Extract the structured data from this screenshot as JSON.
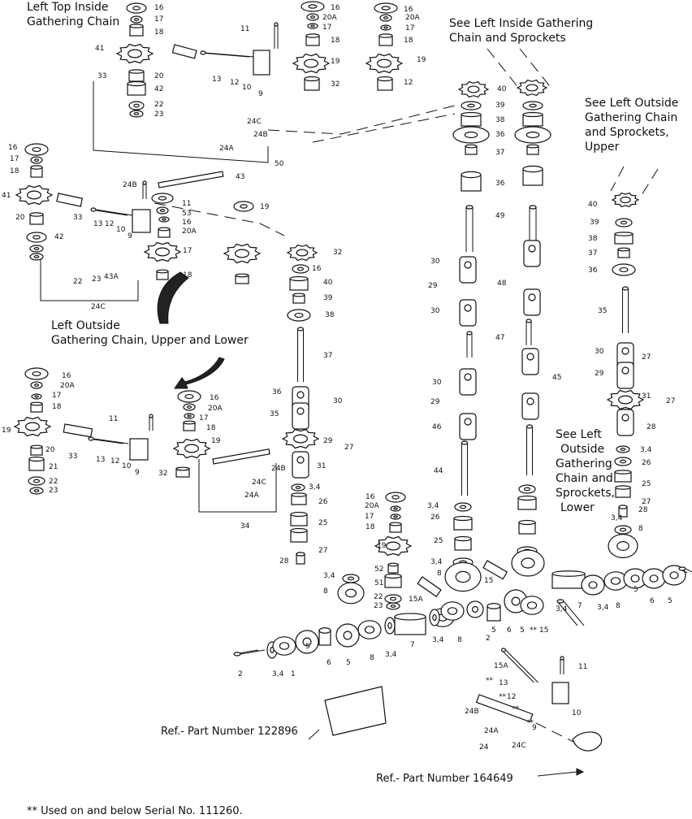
{
  "captions": {
    "left_top_inside": [
      "Left Top Inside",
      "Gathering Chain"
    ],
    "see_left_inside": [
      "See Left Inside Gathering",
      "Chain and Sprockets"
    ],
    "see_left_outside_upper": [
      "See Left Outside",
      "Gathering Chain",
      "and Sprockets,",
      "Upper"
    ],
    "left_outside_upper_lower": [
      "Left Outside",
      "Gathering Chain, Upper and Lower"
    ],
    "see_left_outside_lower": [
      "See Left",
      "Outside",
      "Gathering",
      "Chain and",
      "Sprockets,",
      "Lower"
    ],
    "ref_122896": "Ref.- Part Number 122896",
    "ref_164649": "Ref.- Part Number 164649",
    "footnote": "** Used on and below Serial No. 111260."
  },
  "callouts": {
    "group_top_left": [
      "16",
      "17",
      "18",
      "41",
      "20",
      "42",
      "22",
      "23",
      "11",
      "33",
      "13",
      "12",
      "10",
      "9",
      "24C",
      "24B",
      "24A",
      "50"
    ],
    "group_top_mid": [
      "16",
      "20A",
      "17",
      "18",
      "19",
      "32"
    ],
    "group_top_right": [
      "16",
      "20A",
      "17",
      "18",
      "19",
      "12",
      "40"
    ],
    "group_mid_left": [
      "16",
      "17",
      "18",
      "41",
      "20",
      "33",
      "13",
      "12",
      "10",
      "9",
      "42",
      "22",
      "23",
      "43A",
      "24C",
      "24B",
      "43",
      "11",
      "53",
      "16",
      "20A",
      "17",
      "18",
      "19",
      "32",
      "16",
      "40",
      "39",
      "38",
      "37",
      "36",
      "35",
      "30",
      "29",
      "27",
      "31",
      "28"
    ],
    "group_lower_left": [
      "16",
      "20A",
      "17",
      "18",
      "19",
      "11",
      "20",
      "33",
      "13",
      "12",
      "10",
      "9",
      "21",
      "22",
      "23",
      "16",
      "20A",
      "17",
      "18",
      "19",
      "32",
      "24C",
      "24B",
      "24A",
      "34",
      "3,4",
      "26",
      "25",
      "27",
      "28"
    ],
    "group_center_column": [
      "39",
      "38",
      "36",
      "37",
      "36",
      "49",
      "30",
      "29",
      "48",
      "30",
      "47",
      "30",
      "29",
      "45",
      "46",
      "44",
      "3,4",
      "26",
      "25",
      "3,4",
      "8",
      "15"
    ],
    "group_right_column": [
      "40",
      "39",
      "38",
      "37",
      "36",
      "35",
      "30",
      "29",
      "27",
      "31",
      "27",
      "28",
      "3,4",
      "26",
      "25",
      "27",
      "28",
      "3,4",
      "8"
    ],
    "group_bottom": [
      "16",
      "20A",
      "17",
      "18",
      "19",
      "52",
      "51",
      "22",
      "23",
      "3,4",
      "8",
      "15A",
      "2",
      "3,4",
      "1",
      "5",
      "6",
      "5",
      "8",
      "3,4",
      "7",
      "3,4",
      "8",
      "5",
      "6",
      "5",
      "15",
      "3,4",
      "7",
      "3,4",
      "8",
      "5",
      "6",
      "5",
      "2",
      "15A",
      "13",
      "12",
      "10",
      "11",
      "24B",
      "24A",
      "24C",
      "24",
      "9"
    ],
    "footnote_marks": [
      "**",
      "**",
      "**",
      "**",
      "**"
    ]
  }
}
